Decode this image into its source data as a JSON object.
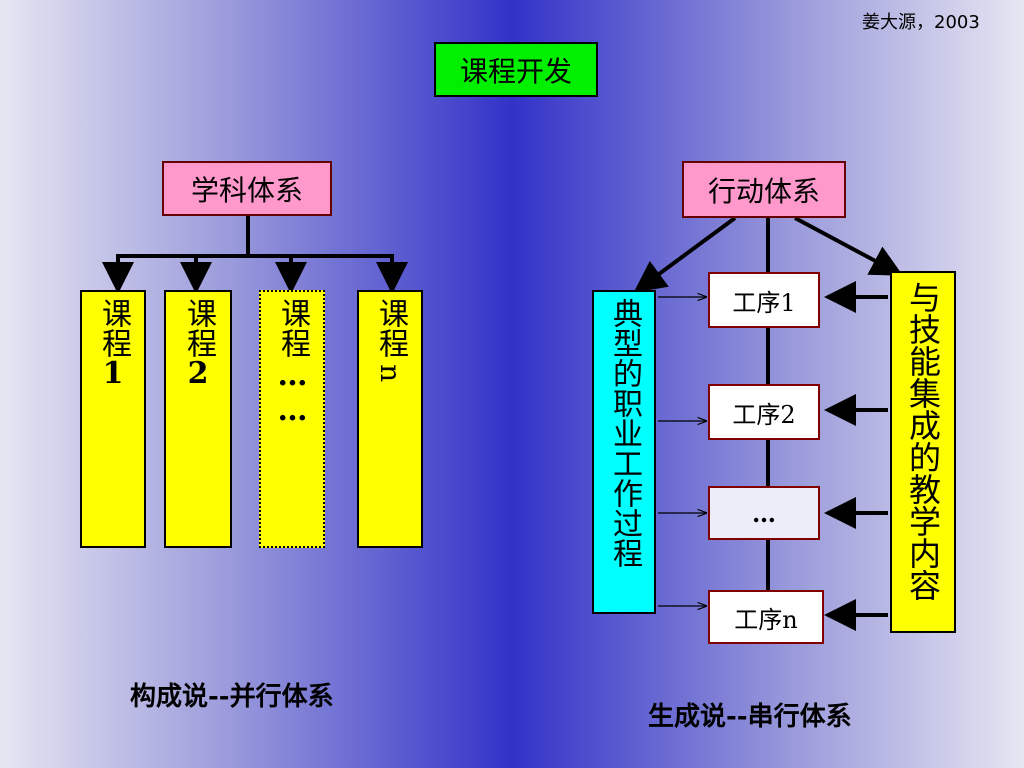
{
  "author": "姜大源，2003",
  "title": "课程开发",
  "left": {
    "header": "学科体系",
    "courses": [
      {
        "chars": "课程",
        "suffix": "1"
      },
      {
        "chars": "课程",
        "suffix": "2"
      },
      {
        "chars": "课程",
        "suffix": "……"
      },
      {
        "chars": "课程",
        "suffix": "n"
      }
    ],
    "caption": "构成说--并行体系"
  },
  "right": {
    "header": "行动体系",
    "left_box": "典型的职业工作过程",
    "processes": [
      "工序1",
      "工序2",
      "…",
      "工序n"
    ],
    "right_box": "与技能集成的教学内容",
    "caption": "生成说--串行体系"
  },
  "colors": {
    "title_bg": "#00f000",
    "header_bg": "#ff99cc",
    "course_bg": "#ffff00",
    "work_process_bg": "#00ffff",
    "process_border": "#800000"
  }
}
